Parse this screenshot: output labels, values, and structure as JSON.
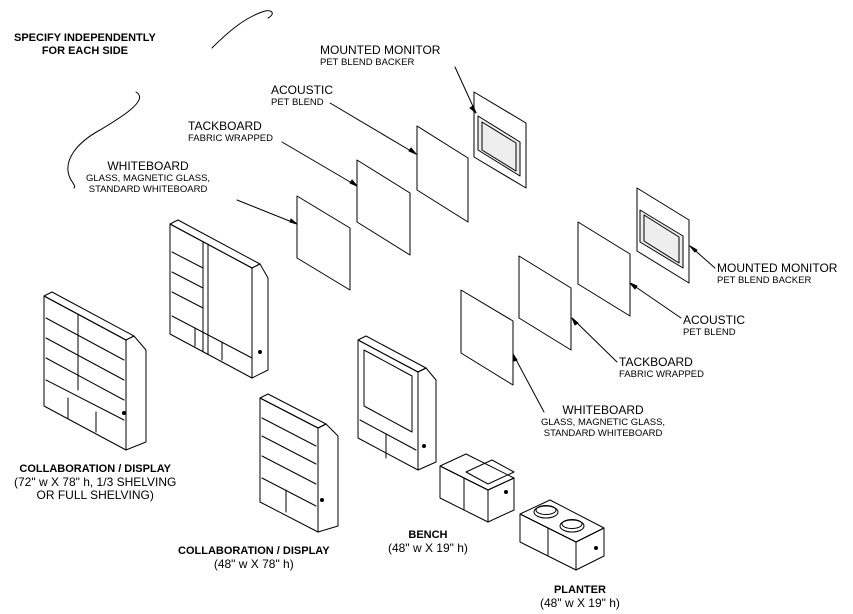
{
  "note": {
    "line1": "SPECIFY INDEPENDENTLY",
    "line2": "FOR EACH SIDE"
  },
  "left_side": {
    "monitor": {
      "title": "MOUNTED MONITOR",
      "sub": "PET BLEND BACKER"
    },
    "acoustic": {
      "title": "ACOUSTIC",
      "sub": "PET BLEND"
    },
    "tackboard": {
      "title": "TACKBOARD",
      "sub": "FABRIC WRAPPED"
    },
    "whiteboard": {
      "title": "WHITEBOARD",
      "sub1": "GLASS, MAGNETIC GLASS,",
      "sub2": "STANDARD WHITEBOARD"
    }
  },
  "right_side": {
    "monitor": {
      "title": "MOUNTED MONITOR",
      "sub": "PET BLEND BACKER"
    },
    "acoustic": {
      "title": "ACOUSTIC",
      "sub": "PET BLEND"
    },
    "tackboard": {
      "title": "TACKBOARD",
      "sub": "FABRIC WRAPPED"
    },
    "whiteboard": {
      "title": "WHITEBOARD",
      "sub1": "GLASS, MAGNETIC GLASS,",
      "sub2": "STANDARD WHITEBOARD"
    }
  },
  "units": {
    "collab72": {
      "title": "COLLABORATION / DISPLAY",
      "line2": "(72\" w X 78\" h, 1/3 SHELVING",
      "line3": "OR FULL SHELVING)"
    },
    "collab48": {
      "title": "COLLABORATION / DISPLAY",
      "line2": "(48\" w X 78\" h)"
    },
    "bench": {
      "title": "BENCH",
      "line2": "(48\" w X 19\" h)"
    },
    "planter": {
      "title": "PLANTER",
      "line2": "(48\" w X 19\" h)"
    }
  }
}
